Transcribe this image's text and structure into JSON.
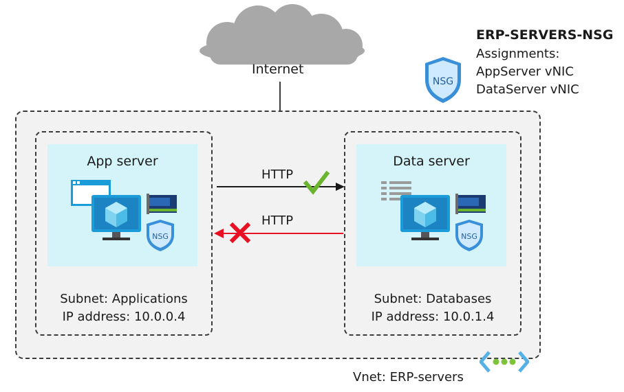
{
  "internet": {
    "label": "Internet"
  },
  "nsg_panel": {
    "title": "ERP-SERVERS-NSG",
    "assignments_label": "Assignments:",
    "assignments": [
      "AppServer vNIC",
      "DataServer vNIC"
    ],
    "badge": "NSG"
  },
  "app_server": {
    "title": "App server",
    "subnet": "Subnet: Applications",
    "ip": "IP address: 10.0.0.4",
    "nsg_badge": "NSG"
  },
  "data_server": {
    "title": "Data server",
    "subnet": "Subnet: Databases",
    "ip": "IP address: 10.0.1.4",
    "nsg_badge": "NSG"
  },
  "flows": [
    {
      "label": "HTTP",
      "direction": "app-to-data",
      "status": "allowed",
      "color": "#1a1a1a",
      "mark_color": "#6bb42e"
    },
    {
      "label": "HTTP",
      "direction": "data-to-app",
      "status": "denied",
      "color": "#e81123",
      "mark_color": "#e81123"
    }
  ],
  "vnet": {
    "label": "Vnet: ERP-servers"
  },
  "colors": {
    "shield": "#3a8fd9",
    "monitor": "#1b9bd7",
    "cube": "#7fd3f0",
    "panel": "#d5f4f9",
    "vnet_icon": "#56b0e4",
    "vnet_dots": "#7ec23a"
  }
}
